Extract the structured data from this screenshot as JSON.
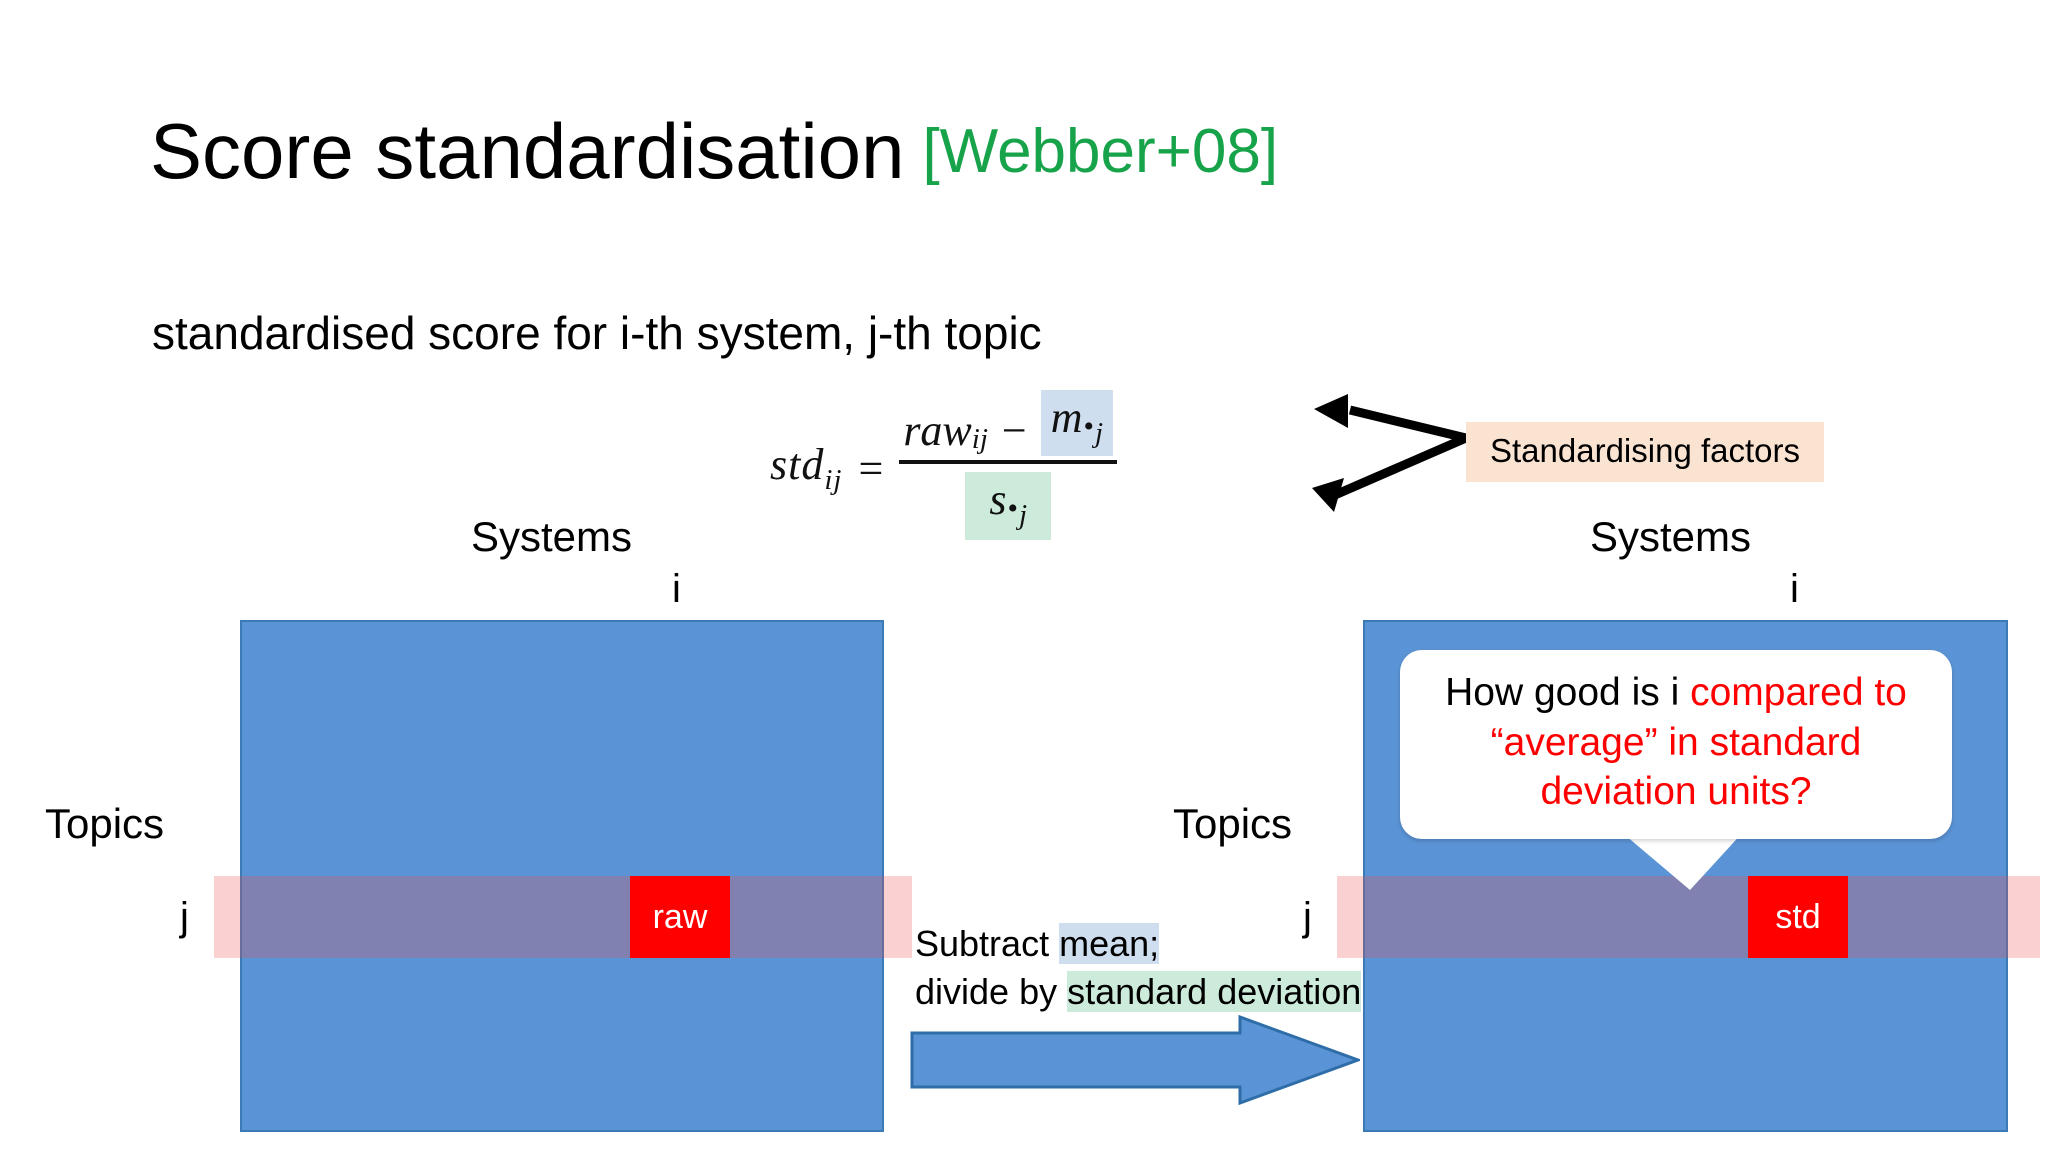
{
  "slide": {
    "title_main": "Score standardisation",
    "title_citation": "[Webber+08]",
    "subtitle": "standardised score for i-th system, j-th topic"
  },
  "formula": {
    "lhs": "std",
    "lhs_sub": "ij",
    "equals": "=",
    "numerator_term": "raw",
    "numerator_sub": "ij",
    "minus": "−",
    "mean_symbol": "m",
    "mean_dot": "•",
    "mean_sub": "j",
    "sd_symbol": "s",
    "sd_dot": "•",
    "sd_sub": "j",
    "mean_highlight_color": "#CFDEEF",
    "sd_highlight_color": "#CDEBDA"
  },
  "annotations": {
    "standardising_factors": "Standardising factors",
    "standardising_factors_bg": "#FBE3D2"
  },
  "left_matrix": {
    "columns_label": "Systems",
    "column_index": "i",
    "rows_label": "Topics",
    "row_index": "j",
    "cell_label": "raw",
    "fill_color": "#5B94D6",
    "cell_color": "#FF0000",
    "band_color": "#F7C9C9"
  },
  "right_matrix": {
    "columns_label": "Systems",
    "column_index": "i",
    "rows_label": "Topics",
    "row_index": "j",
    "cell_label": "std",
    "fill_color": "#5B94D6",
    "cell_color": "#FF0000",
    "band_color": "#F7C9C9"
  },
  "bubble": {
    "text_black": "How good is i ",
    "text_red": "compared to “average” in standard deviation units?"
  },
  "caption": {
    "line1_plain": "Subtract ",
    "line1_highlight": "mean;",
    "line2_plain": "divide by ",
    "line2_highlight": "standard deviation",
    "arrow_color": "#5B94D6"
  }
}
